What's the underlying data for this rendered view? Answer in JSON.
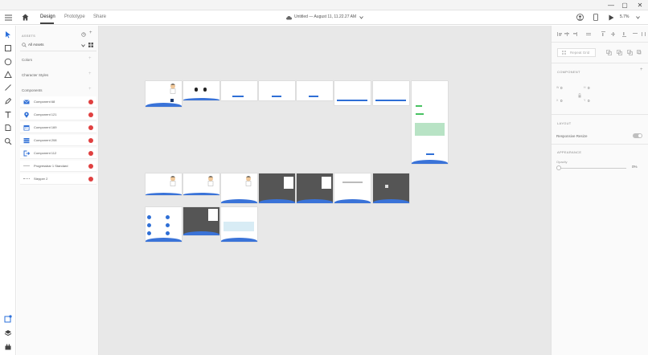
{
  "title_bar": {
    "minimize": "—",
    "maximize": "▢",
    "close": "✕"
  },
  "app_bar": {
    "tabs": [
      "Design",
      "Prototype",
      "Share"
    ],
    "active_tab": "Design",
    "doc_title": "Untitled — August 11, 11.22.27 AM",
    "zoom": "5.7%"
  },
  "assets_panel": {
    "header": "ASSETS",
    "filter_label": "All Assets",
    "sections": {
      "colors": "Colors",
      "character_styles": "Character Styles",
      "components": "Components"
    },
    "components": [
      {
        "name": "Component 68",
        "icon": "mail-icon"
      },
      {
        "name": "Component 121",
        "icon": "map-pin-icon"
      },
      {
        "name": "Component 169",
        "icon": "calendar-icon"
      },
      {
        "name": "Component 208",
        "icon": "list-icon"
      },
      {
        "name": "Component 112",
        "icon": "logout-icon"
      },
      {
        "name": "Progressbar 1 Standard",
        "icon": ""
      },
      {
        "name": "Stepper 2",
        "icon": ""
      }
    ]
  },
  "properties": {
    "repeat_grid": "Repeat Grid",
    "component_header": "COMPONENT",
    "w": "0",
    "h": "0",
    "x": "0",
    "y": "0",
    "w_label": "W",
    "h_label": "H",
    "x_label": "X",
    "y_label": "Y",
    "layout_header": "LAYOUT",
    "responsive_resize": "Responsive Resize",
    "appearance_header": "APPEARANCE",
    "opacity_label": "Opacity",
    "opacity_value": "0%"
  },
  "colors": {
    "accent": "#3a73d8",
    "badge": "#e04040",
    "canvas": "#e8e8e8"
  }
}
